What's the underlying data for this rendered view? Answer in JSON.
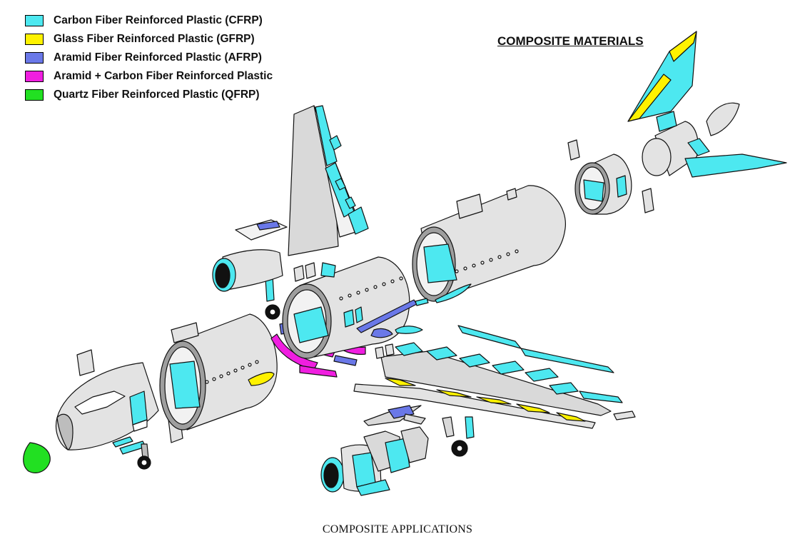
{
  "legend": {
    "items": [
      {
        "label": "Carbon Fiber Reinforced Plastic (CFRP)",
        "color": "#4DE8F0"
      },
      {
        "label": "Glass Fiber Reinforced Plastic (GFRP)",
        "color": "#FFF200"
      },
      {
        "label": "Aramid Fiber Reinforced Plastic (AFRP)",
        "color": "#6A78E8"
      },
      {
        "label": "Aramid + Carbon Fiber Reinforced Plastic",
        "color": "#F01EE0"
      },
      {
        "label": "Quartz Fiber Reinforced Plastic (QFRP)",
        "color": "#22E022"
      }
    ]
  },
  "title": "COMPOSITE MATERIALS",
  "caption": "COMPOSITE APPLICATIONS",
  "colors": {
    "structure": "#D9D9D9",
    "outline": "#111111",
    "interior": "#F2F2F2"
  }
}
